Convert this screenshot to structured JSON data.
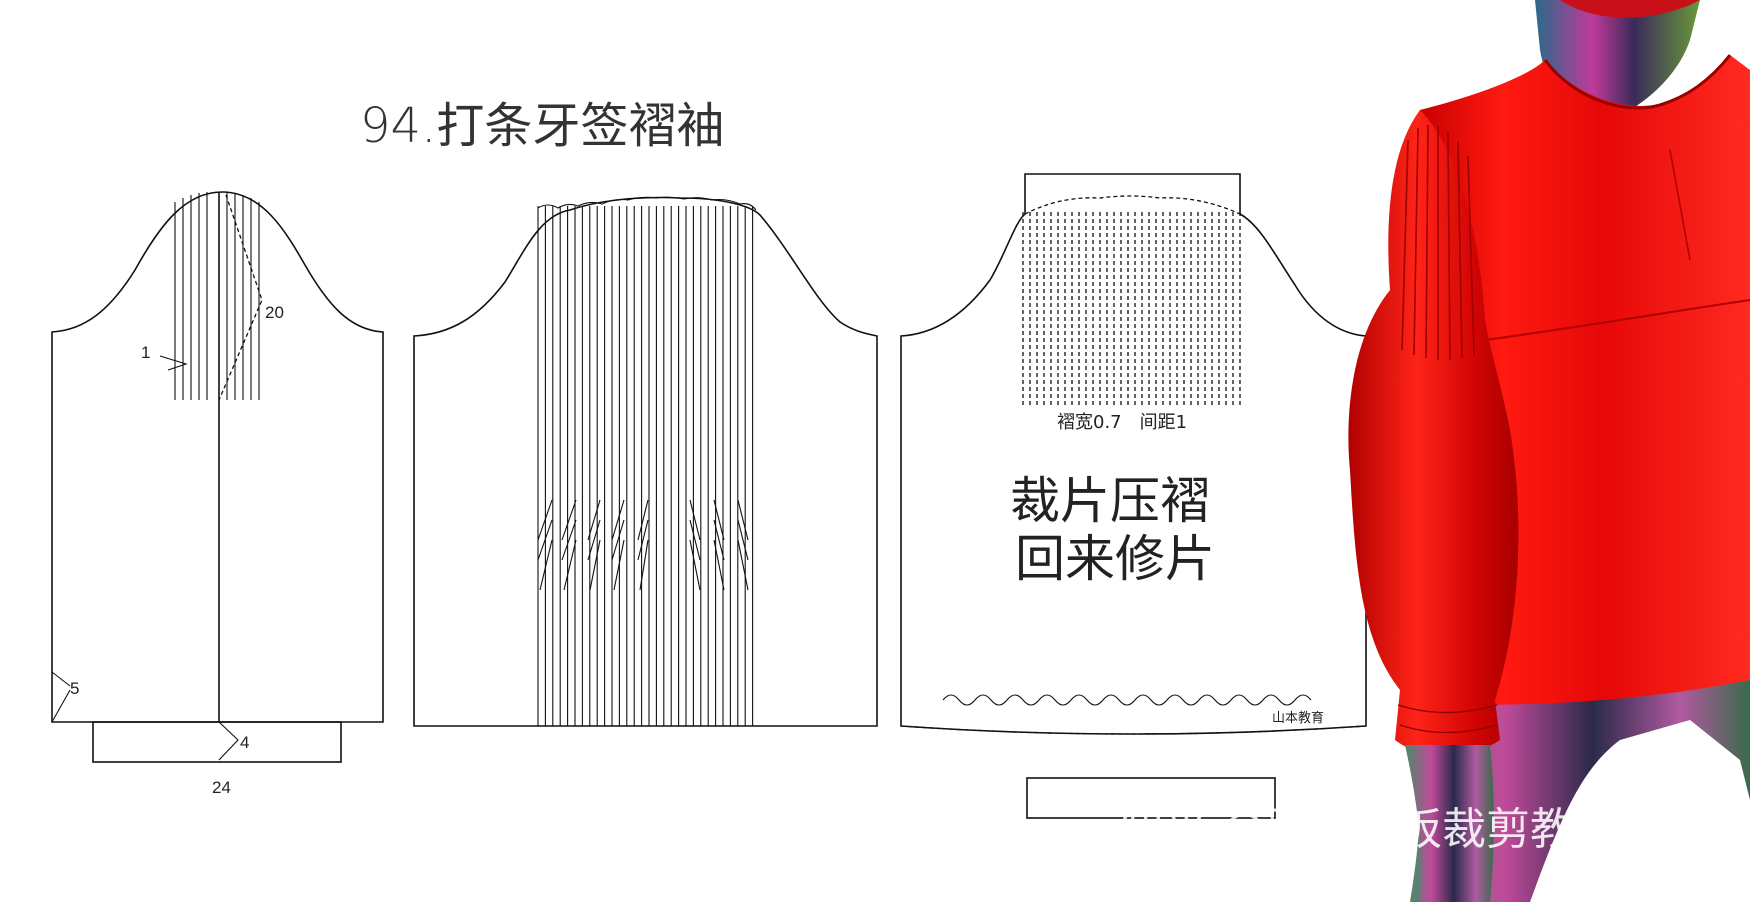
{
  "title": "94.打条牙签褶袖",
  "piece1": {
    "label_pleat_width": "1",
    "label_dart_length": "20",
    "label_side": "5",
    "label_cuff_height": "4",
    "label_cuff_length": "24"
  },
  "piece3": {
    "pleat_note": "褶宽0.7　间距1",
    "instruction_line1": "裁片压褶",
    "instruction_line2": "回来修片",
    "stamp": "山本教育"
  },
  "watermark": "知乎 @服装打板裁剪教程",
  "colors": {
    "line": "#111111",
    "blouse_red": "#f01010",
    "mannequin": "#5a2a6a"
  }
}
